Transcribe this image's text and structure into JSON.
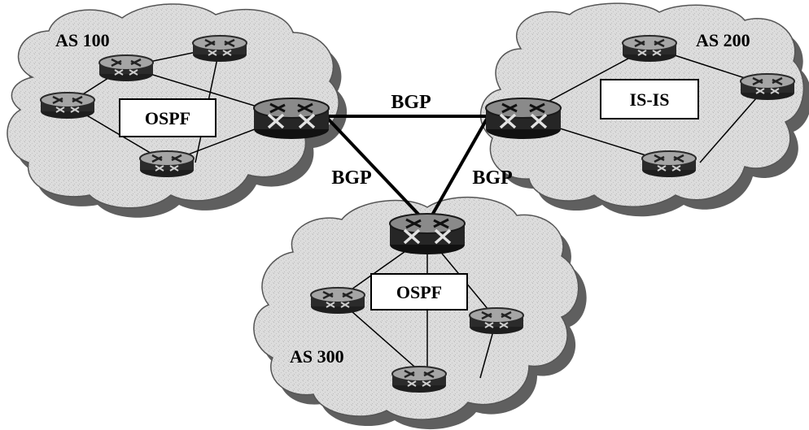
{
  "diagram": {
    "autonomous_systems": [
      {
        "id": "as100",
        "label": "AS 100",
        "igp": "OSPF"
      },
      {
        "id": "as200",
        "label": "AS 200",
        "igp": "IS-IS"
      },
      {
        "id": "as300",
        "label": "AS 300",
        "igp": "OSPF"
      }
    ],
    "inter_as_links": [
      {
        "from": "as100",
        "to": "as200",
        "label": "BGP"
      },
      {
        "from": "as100",
        "to": "as300",
        "label": "BGP"
      },
      {
        "from": "as200",
        "to": "as300",
        "label": "BGP"
      }
    ]
  },
  "colors": {
    "cloud_fill": "#d9d9d9",
    "cloud_shadow": "#6e6e6e",
    "router_body": "#2b2b2b",
    "router_top": "#9a9a9a",
    "link": "#000000"
  },
  "icons": {
    "router": "router-icon",
    "border_router": "border-router-icon",
    "cloud": "cloud-shape"
  }
}
